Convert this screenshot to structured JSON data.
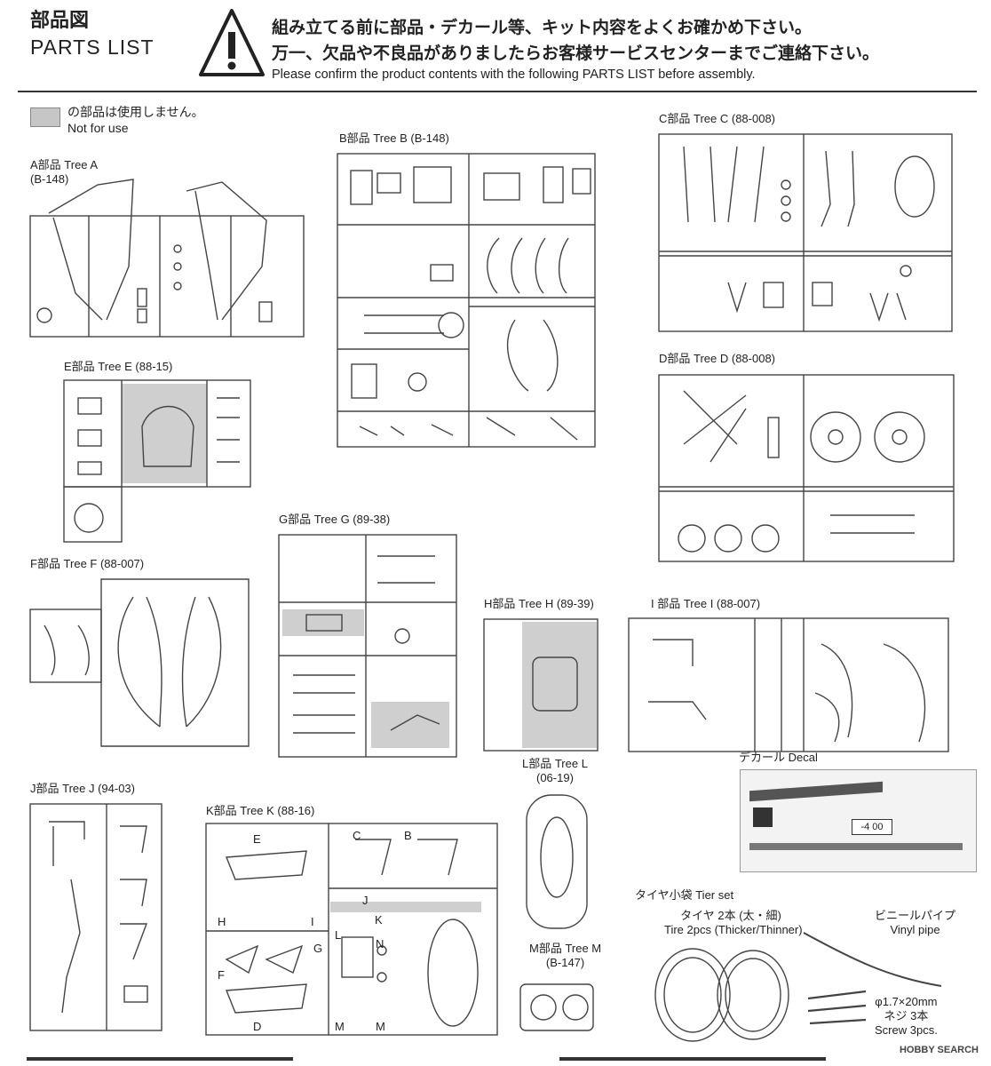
{
  "header": {
    "title_ja": "部品図",
    "title_en": "PARTS LIST",
    "warning_ja_1": "組み立てる前に部品・デカール等、キット内容をよくお確かめ下さい。",
    "warning_ja_2": "万一、欠品や不良品がありましたらお客様サービスセンターまでご連絡下さい。",
    "warning_en": "Please confirm the product contents with the following PARTS LIST before assembly."
  },
  "legend": {
    "ja": "の部品は使用しません。",
    "en": "Not for use",
    "swatch_color": "#c6c6c6"
  },
  "trees": {
    "A": {
      "label": "A部品 Tree A",
      "code": "(B-148)"
    },
    "B": {
      "label": "B部品 Tree B (B-148)"
    },
    "C": {
      "label": "C部品 Tree C (88-008)"
    },
    "D": {
      "label": "D部品 Tree D (88-008)"
    },
    "E": {
      "label": "E部品 Tree E (88-15)"
    },
    "F": {
      "label": "F部品 Tree F (88-007)"
    },
    "G": {
      "label": "G部品 Tree G (89-38)"
    },
    "H": {
      "label": "H部品 Tree H (89-39)"
    },
    "I": {
      "label": "I 部品 Tree I (88-007)"
    },
    "J": {
      "label": "J部品 Tree J (94-03)"
    },
    "K": {
      "label": "K部品 Tree K (88-16)"
    },
    "L": {
      "label": "L部品 Tree L",
      "code": "(06-19)"
    },
    "M": {
      "label": "M部品 Tree M",
      "code": "(B-147)"
    }
  },
  "decal": {
    "label": "デカール Decal",
    "number": "-4 00"
  },
  "tire_set": {
    "label": "タイヤ小袋 Tier set",
    "tire_ja": "タイヤ 2本 (太・細)",
    "tire_en": "Tire 2pcs (Thicker/Thinner)",
    "pipe_ja": "ビニールパイプ",
    "pipe_en": "Vinyl pipe",
    "screw_size": "φ1.7×20mm",
    "screw_ja": "ネジ 3本",
    "screw_en": "Screw 3pcs."
  },
  "k_letters": [
    "E",
    "C",
    "B",
    "H",
    "I",
    "J",
    "K",
    "G",
    "F",
    "L",
    "N",
    "M",
    "M",
    "D"
  ],
  "brand": "HOBBY SEARCH",
  "colors": {
    "line": "#444444",
    "grey": "#cfcfcf"
  }
}
